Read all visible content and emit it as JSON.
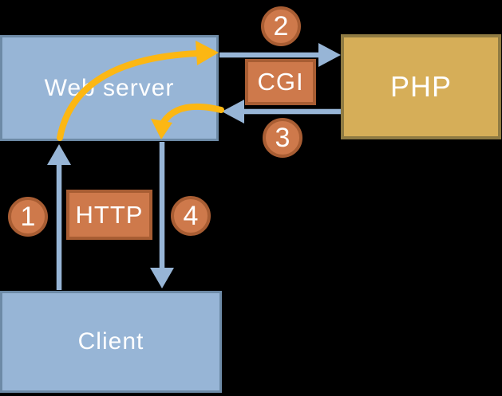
{
  "colors": {
    "bg": "#000000",
    "blue_fill": "#97b5d6",
    "blue_border": "#6d8aa6",
    "gold_fill": "#d6ae58",
    "gold_border": "#8f7b43",
    "orange_fill": "#ce794b",
    "orange_border": "#a85d33",
    "yellow": "#fcb713",
    "arrow_blue": "#97b5d6",
    "text": "#ffffff"
  },
  "boxes": {
    "web_server": {
      "label": "Web server"
    },
    "php": {
      "label": "PHP"
    },
    "client": {
      "label": "Client"
    }
  },
  "tags": {
    "cgi": {
      "label": "CGI"
    },
    "http": {
      "label": "HTTP"
    }
  },
  "badges": {
    "step1": {
      "number": "1"
    },
    "step2": {
      "number": "2"
    },
    "step3": {
      "number": "3"
    },
    "step4": {
      "number": "4"
    }
  }
}
